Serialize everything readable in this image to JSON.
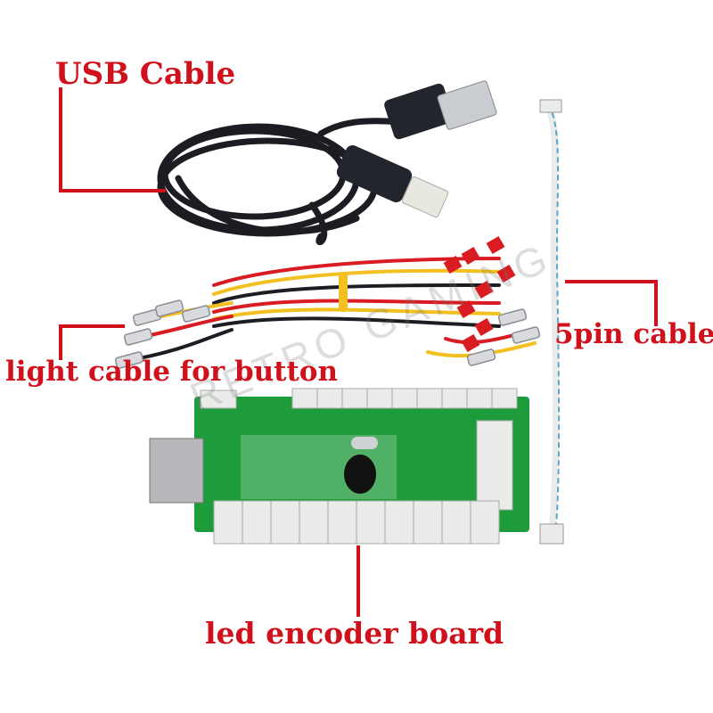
{
  "labels": {
    "usb_cable": "USB Cable",
    "five_pin_cable": "5pin cable",
    "light_cable": "light cable for button",
    "led_encoder_board": "led encoder board"
  },
  "watermark": "RETRO GAMING",
  "colors": {
    "label_red": "#d0101a",
    "board_green": "#1e9b3a",
    "cable_black": "#1b1d22",
    "connector_white": "#e9ece8",
    "wire_red": "#d81c22",
    "wire_yellow": "#f2c020"
  }
}
